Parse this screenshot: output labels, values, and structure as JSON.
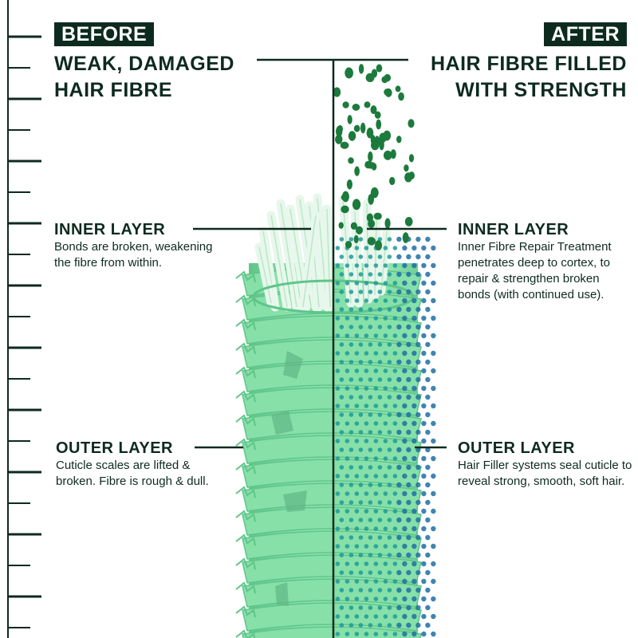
{
  "before": {
    "badge": "BEFORE",
    "headline_line1": "WEAK, DAMAGED",
    "headline_line2": "HAIR FIBRE",
    "inner_title": "INNER LAYER",
    "inner_body": "Bonds are broken, weakening the fibre from within.",
    "outer_title": "OUTER LAYER",
    "outer_body": "Cuticle scales are lifted & broken. Fibre is rough & dull."
  },
  "after": {
    "badge": "AFTER",
    "headline_line1": "HAIR FIBRE FILLED",
    "headline_line2": "WITH STRENGTH",
    "inner_title": "INNER LAYER",
    "inner_body": "Inner Fibre Repair Treatment penetrates deep to cortex, to repair & strengthen broken bonds (with continued use).",
    "outer_title": "OUTER LAYER",
    "outer_body": "Hair Filler systems seal cuticle to reveal strong, smooth, soft hair."
  },
  "colors": {
    "ink": "#0d2a1f",
    "fibre_green": "#86e0a8",
    "fibre_shadow": "#5fc58a",
    "droplet_green": "#1c7a3c",
    "filler_teal": "#1e9a9a",
    "filler_blue": "#1f6fa3"
  }
}
